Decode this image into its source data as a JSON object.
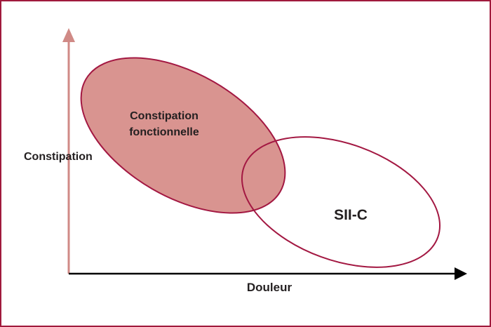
{
  "colors": {
    "frame": "#a01a3c",
    "ellipse_stroke": "#a31842",
    "ellipse_fill": "#d99490",
    "y_axis": "#d08a86",
    "x_axis": "#000000",
    "text": "#231f20"
  },
  "axes": {
    "y_label": "Constipation",
    "x_label": "Douleur"
  },
  "regions": {
    "functional": {
      "label_line1": "Constipation",
      "label_line2": "fonctionnelle"
    },
    "ibs_c": {
      "label": "SII-C"
    }
  }
}
